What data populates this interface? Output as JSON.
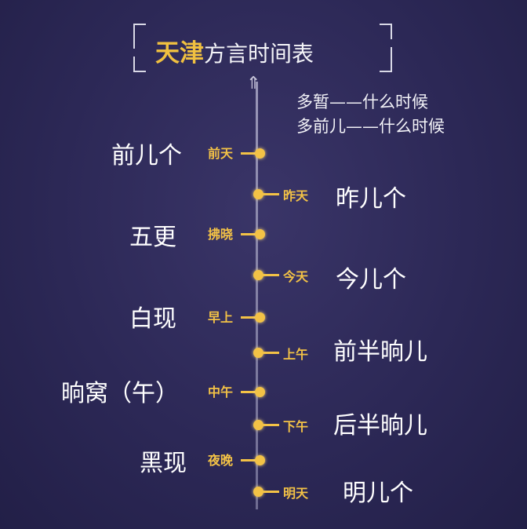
{
  "title": {
    "highlight": "天津",
    "rest": "方言时间表"
  },
  "notes": [
    "多暂——什么时候",
    "多前儿——什么时候"
  ],
  "left_items": [
    {
      "dialect": "前儿个",
      "standard": "前天"
    },
    {
      "dialect": "五更",
      "standard": "拂晓"
    },
    {
      "dialect": "白现",
      "standard": "早上"
    },
    {
      "dialect": "晌窝（午）",
      "standard": "中午"
    },
    {
      "dialect": "黑现",
      "standard": "夜晚"
    }
  ],
  "right_items": [
    {
      "standard": "昨天",
      "dialect": "昨儿个"
    },
    {
      "standard": "今天",
      "dialect": "今儿个"
    },
    {
      "standard": "上午",
      "dialect": "前半晌儿"
    },
    {
      "standard": "下午",
      "dialect": "后半晌儿"
    },
    {
      "standard": "明天",
      "dialect": "明儿个"
    }
  ]
}
